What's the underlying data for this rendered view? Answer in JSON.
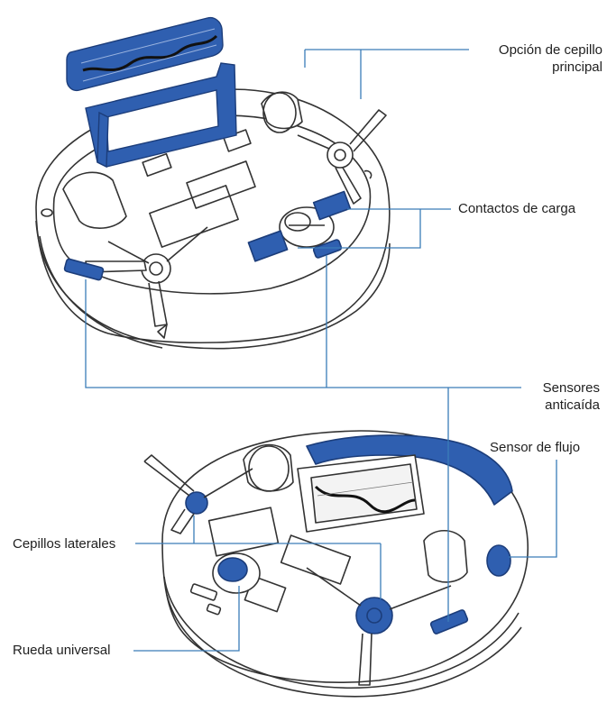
{
  "labels": {
    "main_brush_line1": "Opción de cepillo",
    "main_brush_line2": "principal",
    "charging_contacts": "Contactos de carga",
    "cliff_sensors_line1": "Sensores",
    "cliff_sensors_line2": "anticaída",
    "flow_sensor": "Sensor de flujo",
    "side_brushes": "Cepillos laterales",
    "universal_wheel": "Rueda universal"
  },
  "colors": {
    "accent_blue": "#2f5fb0",
    "leader_line": "#3a7cb8",
    "outline": "#333333"
  }
}
